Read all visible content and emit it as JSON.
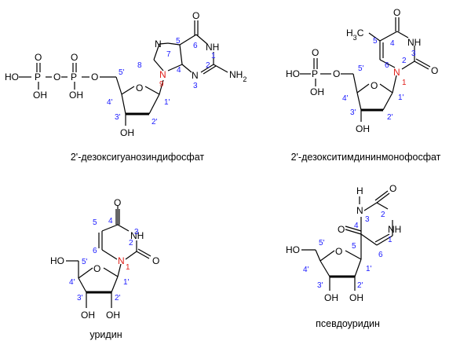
{
  "compounds": [
    {
      "caption": "2'-дезоксигуанозиндифосфат",
      "labels": {
        "ho1": "HO",
        "p1": "P",
        "o_top1": "O",
        "oh1": "OH",
        "o_bridge": "O",
        "p2": "P",
        "o_top2": "O",
        "oh2": "OH",
        "o_link": "O",
        "n7": "N",
        "n9": "N",
        "n3": "N",
        "nh1": "NH",
        "o6": "O",
        "nh2": "NH2",
        "ring_o": "O",
        "oh3": "OH"
      },
      "numbers": {
        "n8": "8",
        "n7": "7",
        "n5": "5",
        "n6": "6",
        "n1": "1",
        "n2": "2",
        "n4": "4",
        "n3": "3",
        "n9": "9",
        "p5": "5'",
        "p4": "4'",
        "p3": "3'",
        "p2": "2'",
        "p1": "1'"
      }
    },
    {
      "caption": "2'-дезокситимдининмонофосфат",
      "labels": {
        "h3c": "H3C",
        "o4": "O",
        "nh3": "NH",
        "o2": "O",
        "n1": "N",
        "ho": "HO",
        "p": "P",
        "o_top": "O",
        "oh": "OH",
        "o_link": "O",
        "ring_o": "O",
        "oh3": "OH"
      },
      "numbers": {
        "n5": "5",
        "n4": "4",
        "n3": "3",
        "n6": "6",
        "n2": "2",
        "n1": "1",
        "p5": "5'",
        "p4": "4'",
        "p3": "3'",
        "p2": "2'",
        "p1": "1'"
      }
    },
    {
      "caption": "уридин",
      "labels": {
        "o4": "O",
        "nh3": "NH",
        "o2": "O",
        "n1": "N",
        "ho5": "HO",
        "ring_o": "O",
        "oh3": "OH",
        "oh2": "OH"
      },
      "numbers": {
        "n4": "4",
        "n5": "5",
        "n3": "3",
        "n6": "6",
        "n2": "2",
        "n1": "1",
        "p5": "5'",
        "p4": "4'",
        "p3": "3'",
        "p2": "2'",
        "p1": "1'"
      }
    },
    {
      "caption": "псевдоуридин",
      "labels": {
        "h": "H",
        "n3": "N",
        "o2": "O",
        "o4": "O",
        "nh1": "NH",
        "ho5": "HO",
        "ring_o": "O",
        "oh3": "OH",
        "oh2": "OH"
      },
      "numbers": {
        "n2": "2",
        "n3": "3",
        "n4": "4",
        "n1": "1",
        "n5": "5",
        "n6": "6",
        "p5": "5'",
        "p4": "4'",
        "p3": "3'",
        "p2": "2'",
        "p1": "1'"
      }
    }
  ]
}
